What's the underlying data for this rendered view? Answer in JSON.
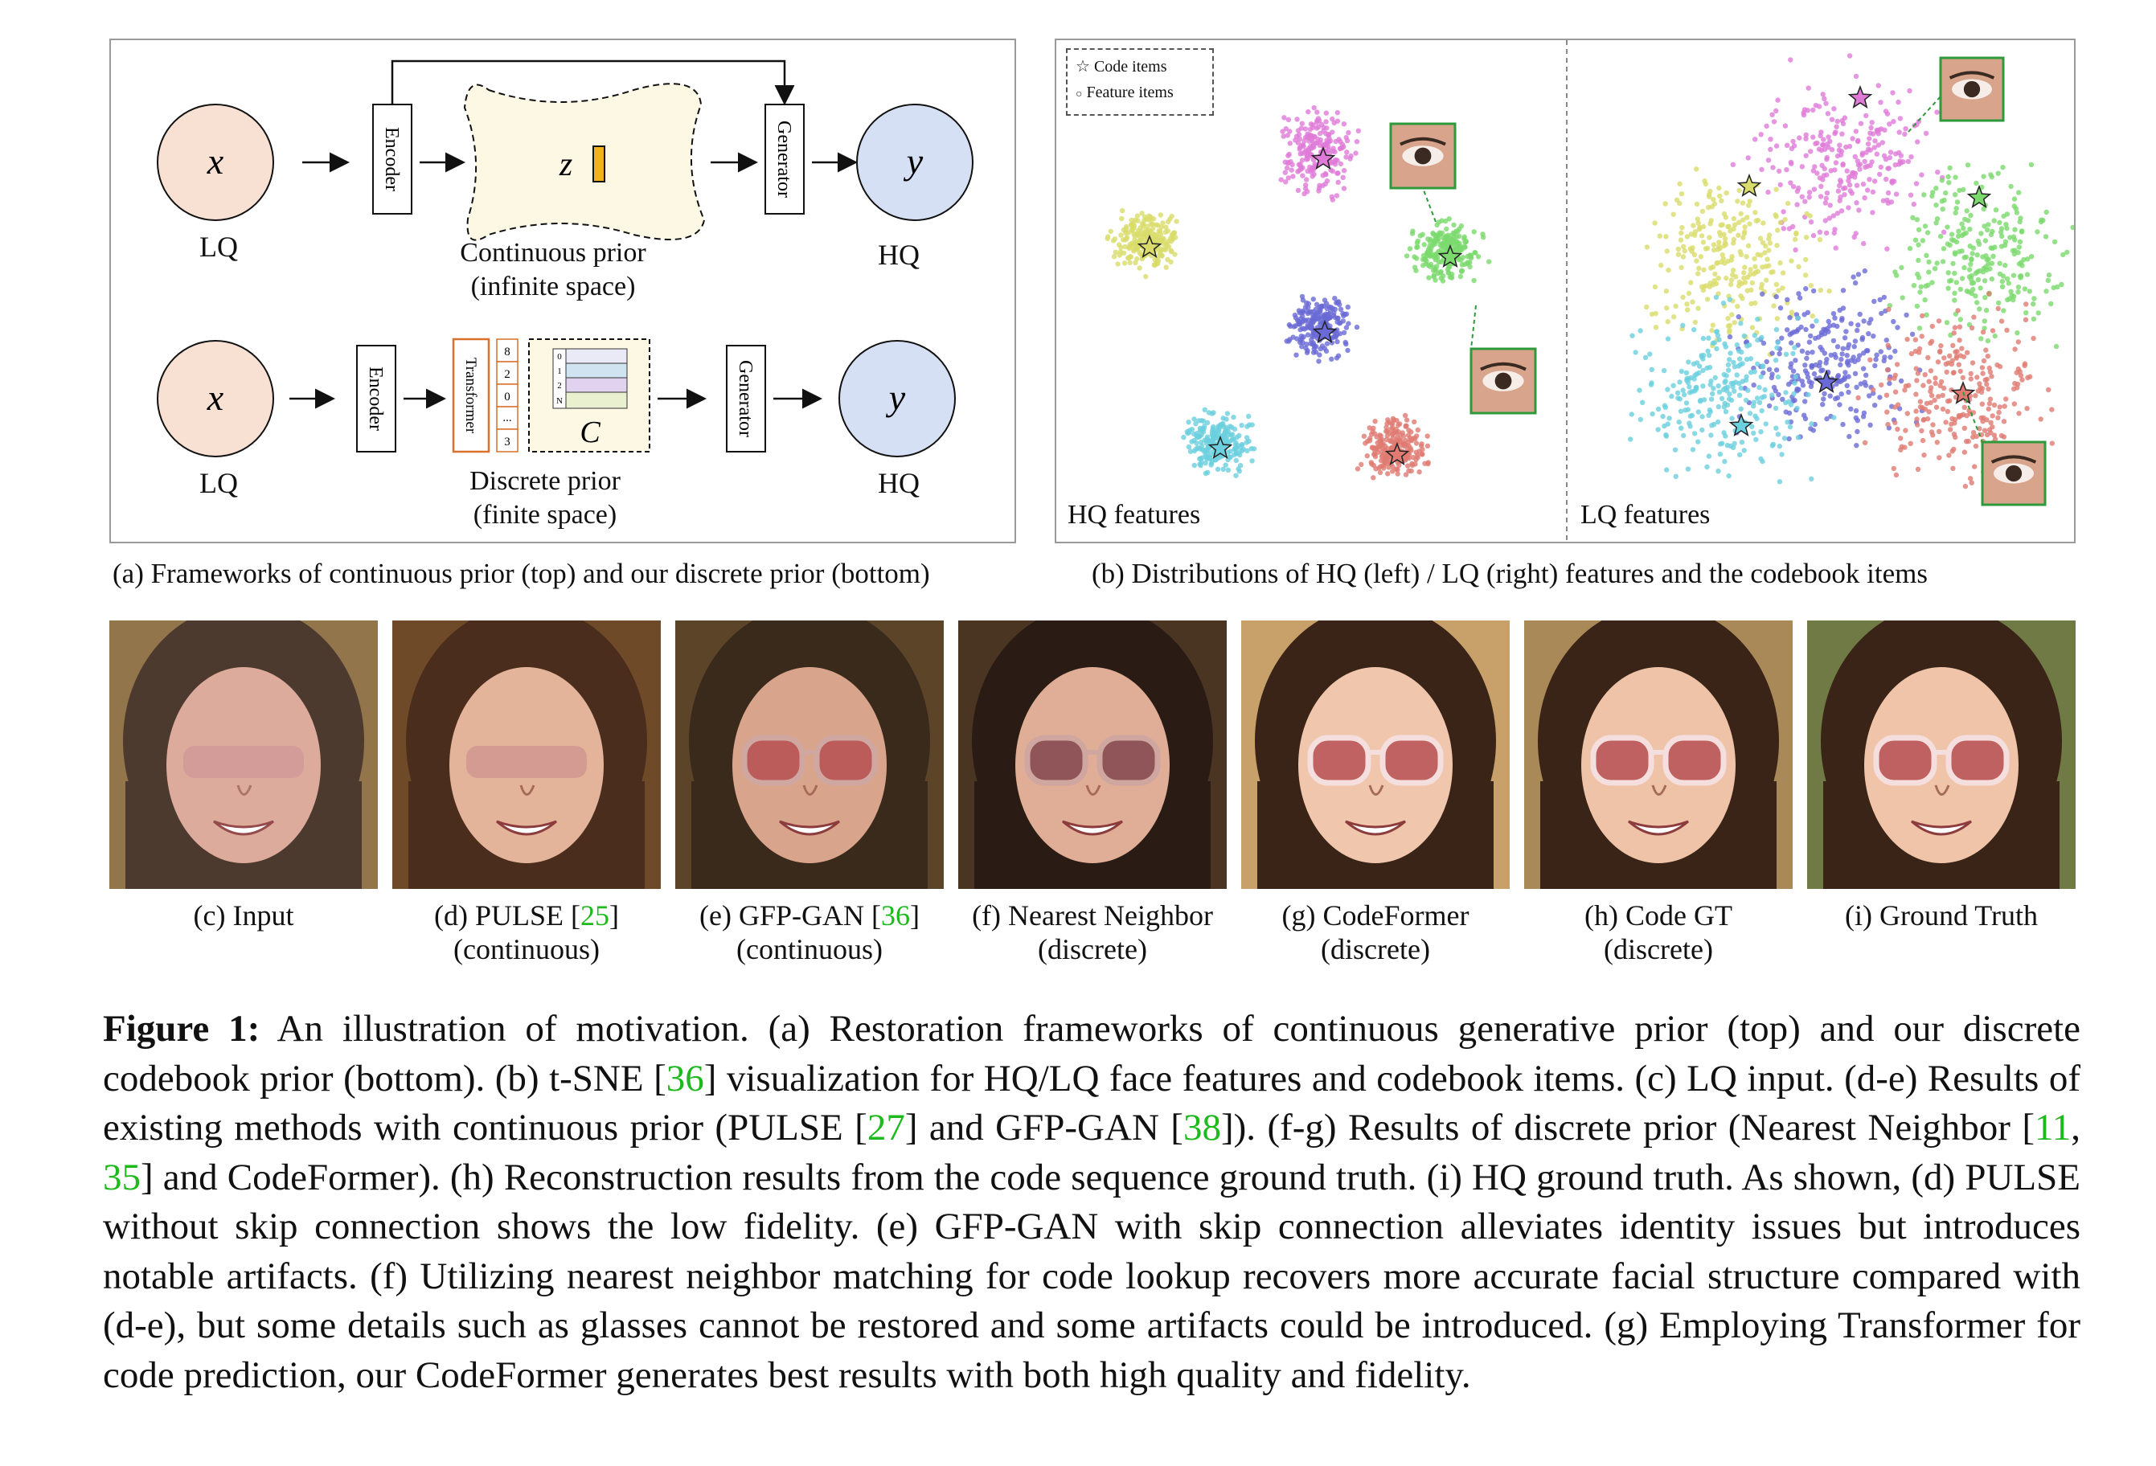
{
  "panel_a": {
    "caption": "(a) Frameworks of continuous prior (top) and our discrete prior (bottom)",
    "top": {
      "input_symbol": "x",
      "input_label": "LQ",
      "encoder": "Encoder",
      "latent_symbol": "z",
      "generator": "Generator",
      "output_symbol": "y",
      "output_label": "HQ",
      "prior_line1": "Continuous prior",
      "prior_line2": "(infinite space)"
    },
    "bottom": {
      "input_symbol": "x",
      "input_label": "LQ",
      "encoder": "Encoder",
      "transformer": "Transformer",
      "code_sequence": [
        "8",
        "2",
        "0",
        "...",
        "3"
      ],
      "codebook_indices": [
        "0",
        "1",
        "2",
        "N"
      ],
      "codebook_symbol": "C",
      "generator": "Generator",
      "output_symbol": "y",
      "output_label": "HQ",
      "prior_line1": "Discrete prior",
      "prior_line2": "(finite space)"
    }
  },
  "panel_b": {
    "caption": "(b) Distributions of HQ (left) / LQ (right) features and the codebook items",
    "legend_code": "Code items",
    "legend_feature": "Feature items",
    "hq_label": "HQ features",
    "lq_label": "LQ features",
    "cluster_colors": [
      "#e07ad8",
      "#d9dc6a",
      "#7bd96d",
      "#6a6ad6",
      "#6cd0de",
      "#e07a72"
    ]
  },
  "faces": [
    {
      "line1": "(c) Input",
      "line2": "",
      "cite": ""
    },
    {
      "line1": "(d) PULSE [",
      "cite": "25",
      "line1_end": "]",
      "line2": "(continuous)"
    },
    {
      "line1": "(e) GFP-GAN [",
      "cite": "36",
      "line1_end": "]",
      "line2": "(continuous)"
    },
    {
      "line1": "(f) Nearest Neighbor",
      "cite": "",
      "line2": "(discrete)"
    },
    {
      "line1": "(g) CodeFormer",
      "cite": "",
      "line2": "(discrete)"
    },
    {
      "line1": "(h) Code GT",
      "cite": "",
      "line2": "(discrete)"
    },
    {
      "line1": "(i) Ground Truth",
      "cite": "",
      "line2": ""
    }
  ],
  "figure_caption": {
    "label": "Figure 1:",
    "t1": " An illustration of motivation. (a) Restoration frameworks of continuous generative prior (top) and our discrete codebook prior (bottom). (b) t-SNE [",
    "c1": "36",
    "t2": "] visualization for HQ/LQ face features and codebook items. (c) LQ input. (d-e) Results of existing methods with continuous prior (PULSE [",
    "c2": "27",
    "t3": "] and GFP-GAN [",
    "c3": "38",
    "t4": "]). (f-g) Results of discrete prior (Nearest Neighbor [",
    "c4": "11",
    "t5": ", ",
    "c5": "35",
    "t6": "] and CodeFormer). (h) Reconstruction results from the code sequence ground truth. (i) HQ ground truth. As shown, (d) PULSE without skip connection shows the low fidelity. (e) GFP-GAN with skip connection alleviates identity issues but introduces notable artifacts. (f) Utilizing nearest neighbor matching for code lookup recovers more accurate facial structure compared with (d-e), but some details such as glasses cannot be restored and some artifacts could be introduced. (g) Employing Transformer for code prediction, our CodeFormer generates best results with both high quality and fidelity."
  },
  "colors": {
    "lq_circle": "#f8e1d3",
    "hq_circle": "#d6e0f4",
    "latent_bg": "#fdf8e4",
    "latent_bar": "#f2b21b",
    "transformer": "#d9712b",
    "cite_green": "#1db91d",
    "thumb_border": "#2f9a3b"
  }
}
